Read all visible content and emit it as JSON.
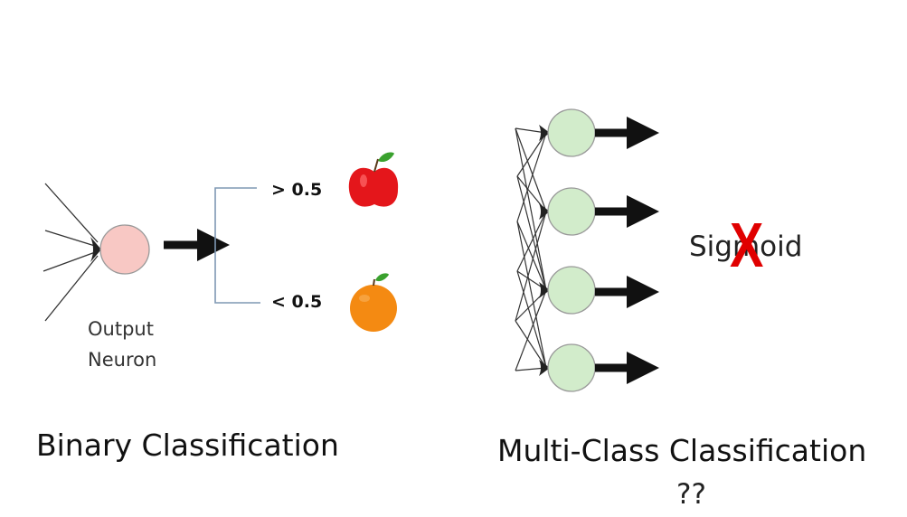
{
  "binary": {
    "neuron_label_line1": "Output",
    "neuron_label_line2": "Neuron",
    "threshold_high": "> 0.5",
    "threshold_low": "< 0.5",
    "title": "Binary Classification",
    "neuron_color": "#f8c8c4",
    "high_icon": "apple-icon",
    "low_icon": "orange-icon"
  },
  "multiclass": {
    "title": "Multi-Class Classification",
    "subtitle": "??",
    "neuron_count": 4,
    "neuron_color": "#d2eccb",
    "rejected_function": "Sigmoid",
    "reject_mark": "X",
    "reject_color": "#e00000"
  }
}
